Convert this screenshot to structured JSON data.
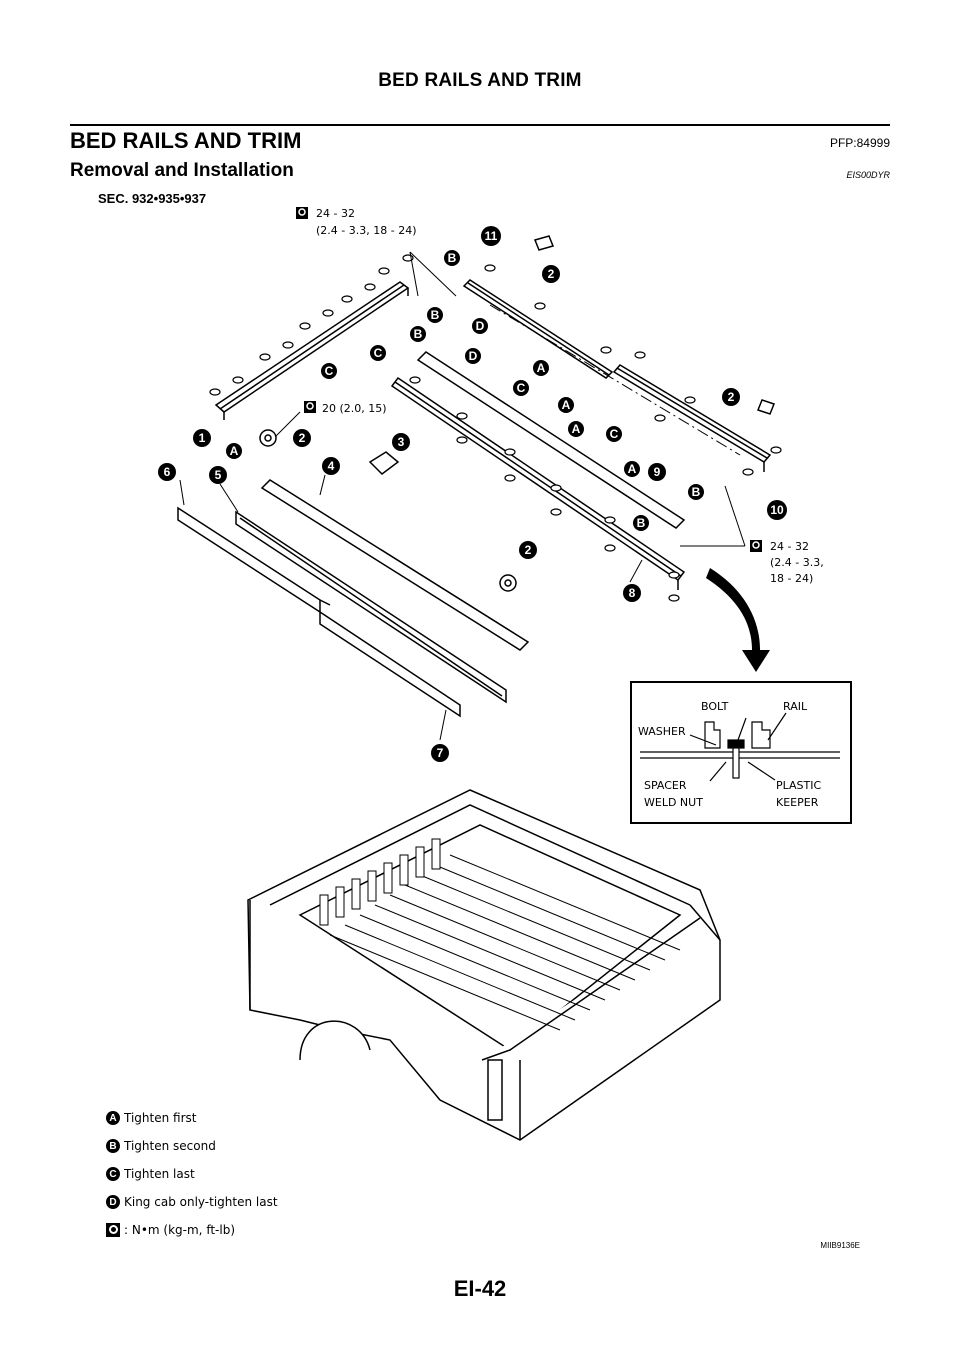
{
  "header": {
    "running_title": "BED RAILS AND TRIM"
  },
  "section": {
    "title": "BED RAILS AND TRIM",
    "pfp": "PFP:84999"
  },
  "subsection": {
    "title": "Removal and Installation",
    "code": "EIS00DYR"
  },
  "diagram": {
    "sec_label": "SEC. 932•935•937",
    "torque_top": [
      "24 - 32",
      "(2.4 - 3.3, 18 - 24)"
    ],
    "torque_mid": "20 (2.0, 15)",
    "torque_right": [
      "24 - 32",
      "(2.4 - 3.3,",
      "18 - 24)"
    ],
    "callouts": [
      "1",
      "2",
      "3",
      "4",
      "5",
      "6",
      "7",
      "8",
      "9",
      "10",
      "11"
    ],
    "letters": [
      "A",
      "B",
      "C",
      "D"
    ],
    "inset": {
      "bolt": "BOLT",
      "rail": "RAIL",
      "washer": "WASHER",
      "spacer": "SPACER",
      "weld_nut": "WELD NUT",
      "plastic_keeper": [
        "PLASTIC",
        "KEEPER"
      ]
    }
  },
  "legend": [
    {
      "badge": "A",
      "text": "Tighten first"
    },
    {
      "badge": "B",
      "text": "Tighten second"
    },
    {
      "badge": "C",
      "text": "Tighten last"
    },
    {
      "badge": "D",
      "text": "King cab only-tighten last"
    }
  ],
  "legend_torque": ": N•m (kg-m, ft-lb)",
  "figure_ref": "MIIB9136E",
  "page_number": "EI-42"
}
